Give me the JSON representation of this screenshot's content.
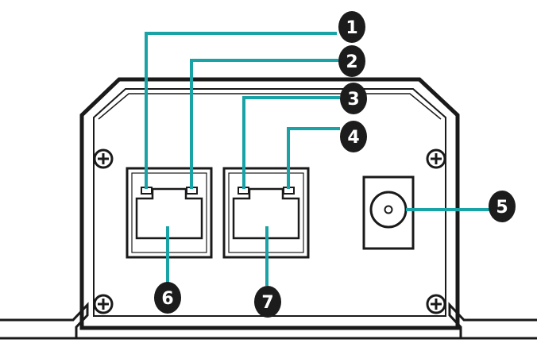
{
  "colors": {
    "outline": "#1a1a1a",
    "callout_line": "#1aa3a6",
    "callout_badge": "#1c1c1c",
    "callout_text": "#ffffff",
    "background": "#ffffff"
  },
  "device": {
    "ports": [
      {
        "kind": "rj45-port",
        "leds": 2
      },
      {
        "kind": "rj45-port",
        "leds": 2
      },
      {
        "kind": "dc-power-jack"
      }
    ]
  },
  "callouts": [
    {
      "number": "1"
    },
    {
      "number": "2"
    },
    {
      "number": "3"
    },
    {
      "number": "4"
    },
    {
      "number": "5"
    },
    {
      "number": "6"
    },
    {
      "number": "7"
    }
  ]
}
